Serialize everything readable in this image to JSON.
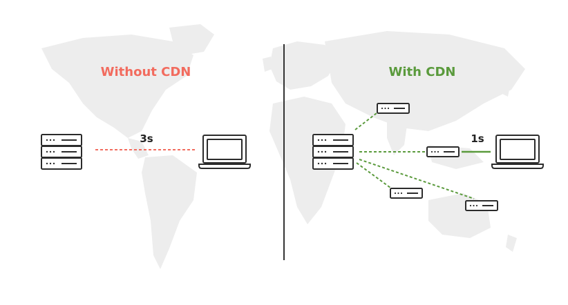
{
  "left_panel": {
    "title": "Without CDN",
    "latency": "3s"
  },
  "right_panel": {
    "title": "With CDN",
    "latency": "1s"
  },
  "colors": {
    "without_cdn": "#f26b5e",
    "with_cdn": "#5a9a3c",
    "map": "#ededed",
    "icon_stroke": "#2b2b2b",
    "divider": "#333333"
  },
  "icons": {
    "origin_server": "server-stack-icon",
    "edge_server": "edge-server-icon",
    "client": "laptop-icon"
  }
}
